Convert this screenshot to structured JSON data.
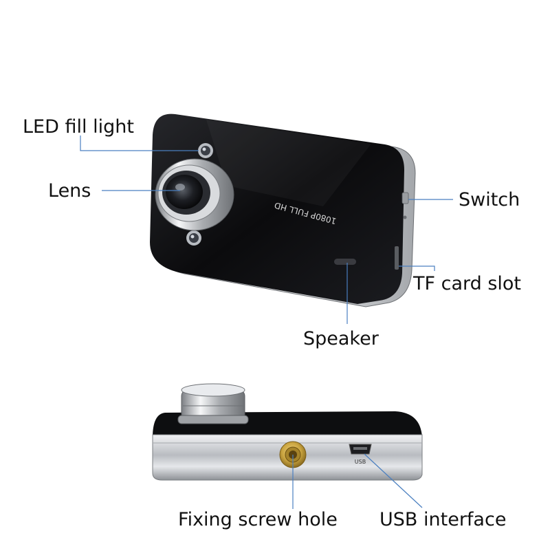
{
  "callouts": {
    "led_fill_light": "LED fill light",
    "lens": "Lens",
    "switch": "Switch",
    "tf_card_slot": "TF card slot",
    "speaker": "Speaker",
    "fixing_screw_hole": "Fixing screw hole",
    "usb_interface": "USB interface"
  },
  "device_text": {
    "front_print": "1080P FULL HD",
    "usb_port_marking": "USB"
  },
  "colors": {
    "leader_line": "#4a7fc0",
    "body_black": "#0b0b0d",
    "silver": "#c9ccd0",
    "screw_gold": "#c9a440"
  }
}
